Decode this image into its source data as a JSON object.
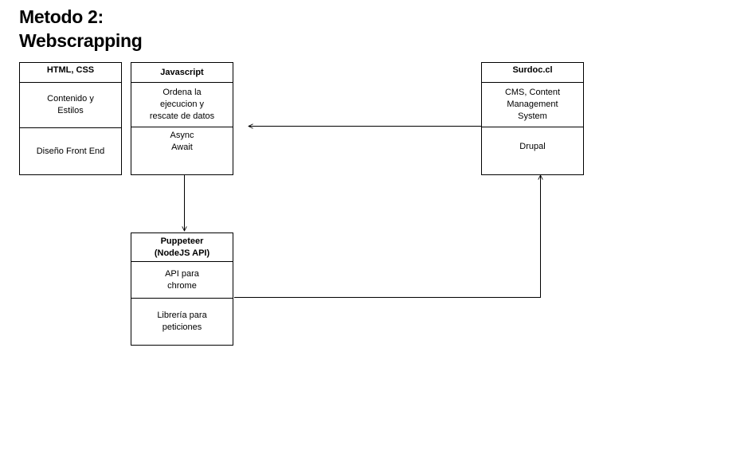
{
  "title": {
    "line1": "Metodo 2:",
    "line2": "Webscrapping"
  },
  "boxes": {
    "html_css": {
      "header": "HTML, CSS",
      "row1": "Contenido y\nEstilos",
      "row2": "Diseño Front End"
    },
    "javascript": {
      "header": "Javascript",
      "row1": "Ordena la\nejecucion y\nrescate de datos",
      "row2": "Async\nAwait"
    },
    "surdoc": {
      "header": "Surdoc.cl",
      "row1": "CMS, Content\nManagement\nSystem",
      "row2": "Drupal"
    },
    "puppeteer": {
      "header": "Puppeteer\n(NodeJS API)",
      "row1": "API para\nchrome",
      "row2": "Librería para\npeticiones"
    }
  },
  "connectors": [
    {
      "from": "surdoc",
      "to": "javascript",
      "arrow": "end"
    },
    {
      "from": "javascript",
      "to": "puppeteer",
      "arrow": "end"
    },
    {
      "from": "puppeteer",
      "to": "surdoc",
      "arrow": "end"
    }
  ],
  "colors": {
    "stroke": "#000000",
    "background": "#ffffff"
  }
}
